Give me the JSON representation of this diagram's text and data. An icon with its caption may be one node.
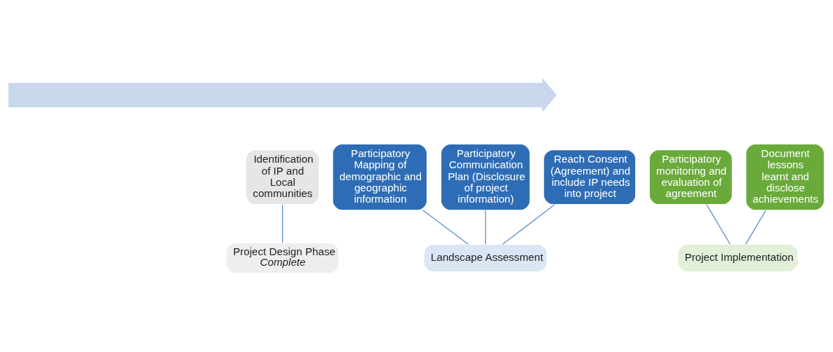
{
  "diagram": {
    "nodes": [
      {
        "text": [],
        "shape": "arrow"
      },
      {
        "text": [
          "Identification of IP and Local communities"
        ]
      },
      {
        "text": [
          "Participatory Mapping of demographic and geographic information"
        ]
      },
      {
        "text": [
          "Participatory Communication Plan (Disclosure of project information)"
        ]
      },
      {
        "text": [
          "Reach Consent (Agreement) and include IP needs into project"
        ]
      },
      {
        "text": [
          "Participatory monitoring and evaluation of agreement"
        ]
      },
      {
        "text": [
          "Document lessons learnt and disclose achievements"
        ]
      },
      {
        "text": [
          "Project Design Phase",
          "Complete"
        ]
      },
      {
        "text": [
          "Landscape Assessment"
        ]
      },
      {
        "text": [
          "Project Implementation"
        ]
      }
    ],
    "edges": [
      {
        "from": 1,
        "to": 7,
        "arrow": "none"
      },
      {
        "from": 2,
        "to": 8,
        "arrow": "none"
      },
      {
        "from": 3,
        "to": 8,
        "arrow": "none"
      },
      {
        "from": 4,
        "to": 8,
        "arrow": "none"
      },
      {
        "from": 5,
        "to": 9,
        "arrow": "none"
      },
      {
        "from": 6,
        "to": 9,
        "arrow": "none"
      }
    ]
  }
}
